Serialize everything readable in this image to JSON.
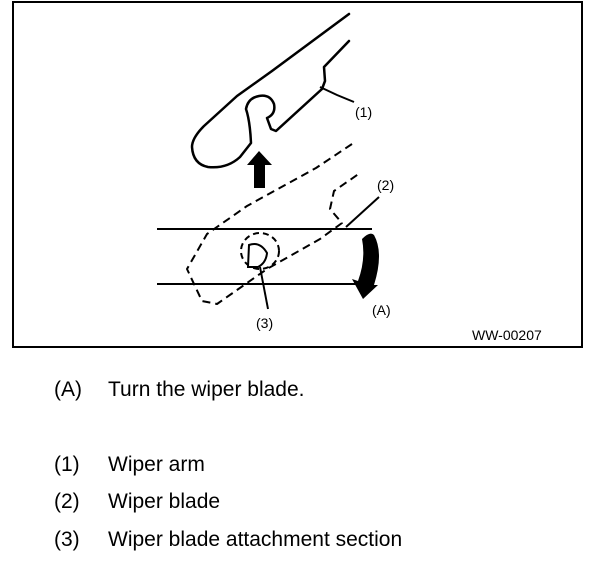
{
  "figure": {
    "code": "WW-00207",
    "callouts": {
      "one": "(1)",
      "two": "(2)",
      "three": "(3)",
      "a": "(A)"
    }
  },
  "legend": {
    "note": {
      "ref": "(A)",
      "text": "Turn the wiper blade."
    },
    "items": [
      {
        "ref": "(1)",
        "text": "Wiper arm"
      },
      {
        "ref": "(2)",
        "text": "Wiper blade"
      },
      {
        "ref": "(3)",
        "text": "Wiper blade attachment section"
      }
    ]
  }
}
